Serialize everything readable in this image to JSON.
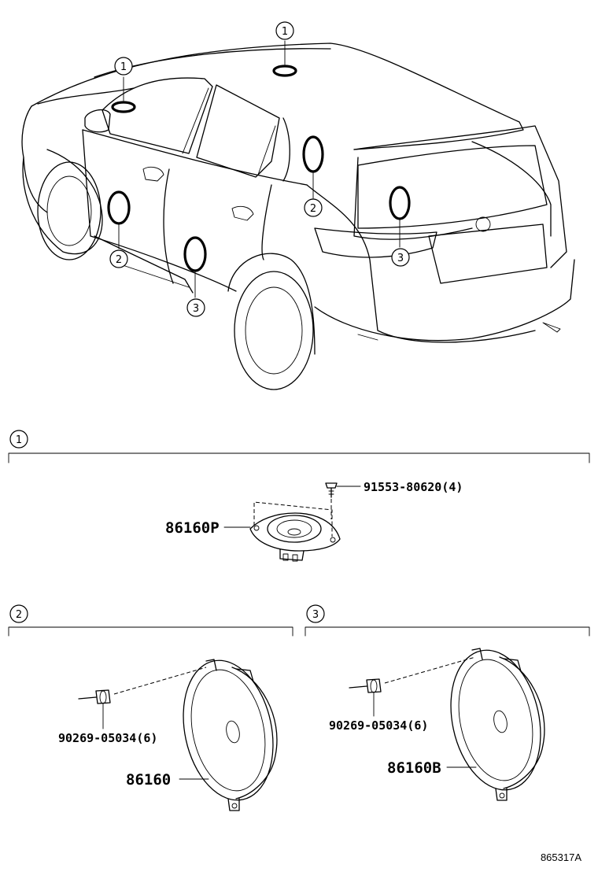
{
  "callouts": {
    "roof_front": "1",
    "roof_rear": "1",
    "front_door_left": "2",
    "rear_door_right": "2",
    "rear_door_left": "3",
    "rear_quarter_right": "3"
  },
  "sections": [
    {
      "number": "1",
      "parts": [
        {
          "label": "86160P"
        },
        {
          "label": "91553-80620(4)"
        }
      ]
    },
    {
      "number": "2",
      "parts": [
        {
          "label": "90269-05034(6)"
        },
        {
          "label": "86160"
        }
      ]
    },
    {
      "number": "3",
      "parts": [
        {
          "label": "90269-05034(6)"
        },
        {
          "label": "86160B"
        }
      ]
    }
  ],
  "reference_code": "865317A"
}
